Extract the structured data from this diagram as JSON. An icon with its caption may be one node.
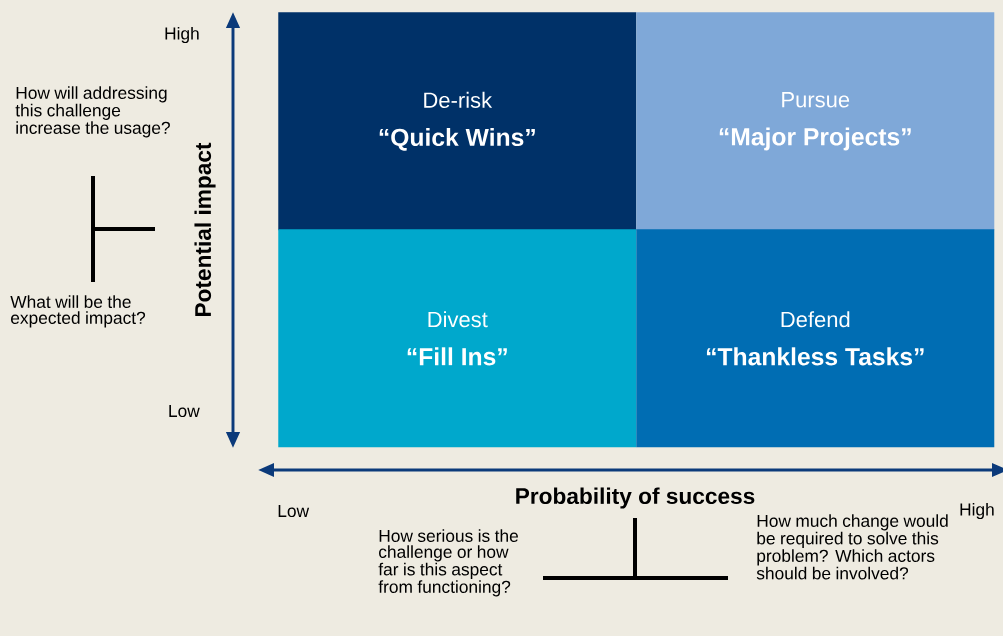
{
  "diagram": {
    "nodes": [
      {
        "text": [
          "De-risk",
          "“Quick Wins”"
        ]
      },
      {
        "text": [
          "Pursue",
          "“Major Projects”"
        ]
      },
      {
        "text": [
          "Divest",
          "“Fill Ins”"
        ]
      },
      {
        "text": [
          "Defend",
          "“Thankless Tasks”"
        ]
      }
    ],
    "labels": [
      "High",
      "How will addressing this challenge increase the usage?",
      "Potential impact",
      "What will be the expected impact?",
      "Low",
      "Probability of success",
      "Low",
      "High",
      "How serious is the challenge or how far is this aspect from functioning?",
      "How much change would be required to solve this problem? Which actors should be involved?"
    ]
  }
}
